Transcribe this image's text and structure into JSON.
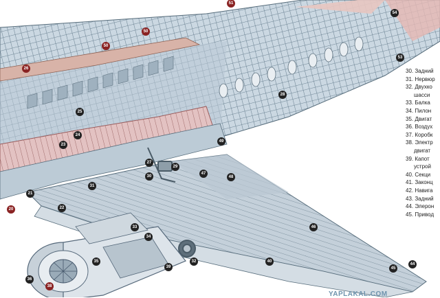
{
  "legend": {
    "items": [
      "30. Задний",
      "31. Нервюр",
      "32. Двухко",
      "шасси",
      "33. Балка",
      "34. Пилон",
      "35. Двигат",
      "36. Воздух",
      "37. Коробк",
      "38. Электр",
      "двигат",
      "39. Капот",
      "устрой",
      "40. Секци",
      "41. Законц",
      "42. Навига",
      "43. Задний",
      "44. Элерон",
      "45. Привод"
    ]
  },
  "markers": [
    {
      "label": "51",
      "style": "red"
    },
    {
      "label": "50",
      "style": "red"
    },
    {
      "label": "50",
      "style": "red"
    },
    {
      "label": "54",
      "style": "dark"
    },
    {
      "label": "53",
      "style": "dark"
    },
    {
      "label": "26",
      "style": "red"
    },
    {
      "label": "28",
      "style": "dark"
    },
    {
      "label": "25",
      "style": "dark"
    },
    {
      "label": "24",
      "style": "dark"
    },
    {
      "label": "23",
      "style": "dark"
    },
    {
      "label": "49",
      "style": "dark"
    },
    {
      "label": "27",
      "style": "dark"
    },
    {
      "label": "29",
      "style": "dark"
    },
    {
      "label": "30",
      "style": "dark"
    },
    {
      "label": "47",
      "style": "dark"
    },
    {
      "label": "48",
      "style": "dark"
    },
    {
      "label": "31",
      "style": "dark"
    },
    {
      "label": "21",
      "style": "dark"
    },
    {
      "label": "20",
      "style": "red"
    },
    {
      "label": "22",
      "style": "dark"
    },
    {
      "label": "33",
      "style": "dark"
    },
    {
      "label": "46",
      "style": "dark"
    },
    {
      "label": "34",
      "style": "dark"
    },
    {
      "label": "35",
      "style": "dark"
    },
    {
      "label": "39",
      "style": "dark"
    },
    {
      "label": "32",
      "style": "dark"
    },
    {
      "label": "40",
      "style": "dark"
    },
    {
      "label": "36",
      "style": "dark"
    },
    {
      "label": "38",
      "style": "red"
    },
    {
      "label": "45",
      "style": "dark"
    },
    {
      "label": "44",
      "style": "dark"
    }
  ],
  "watermark": "YAPLAKAL.COM",
  "colors": {
    "fuselage": "#c9d6e0",
    "frame": "#6f8899",
    "cabin_floor": "#d9a6a6",
    "wing": "#c6d3dd",
    "engine": "#dfe5ea",
    "engine_dark": "#7f8f9b"
  }
}
